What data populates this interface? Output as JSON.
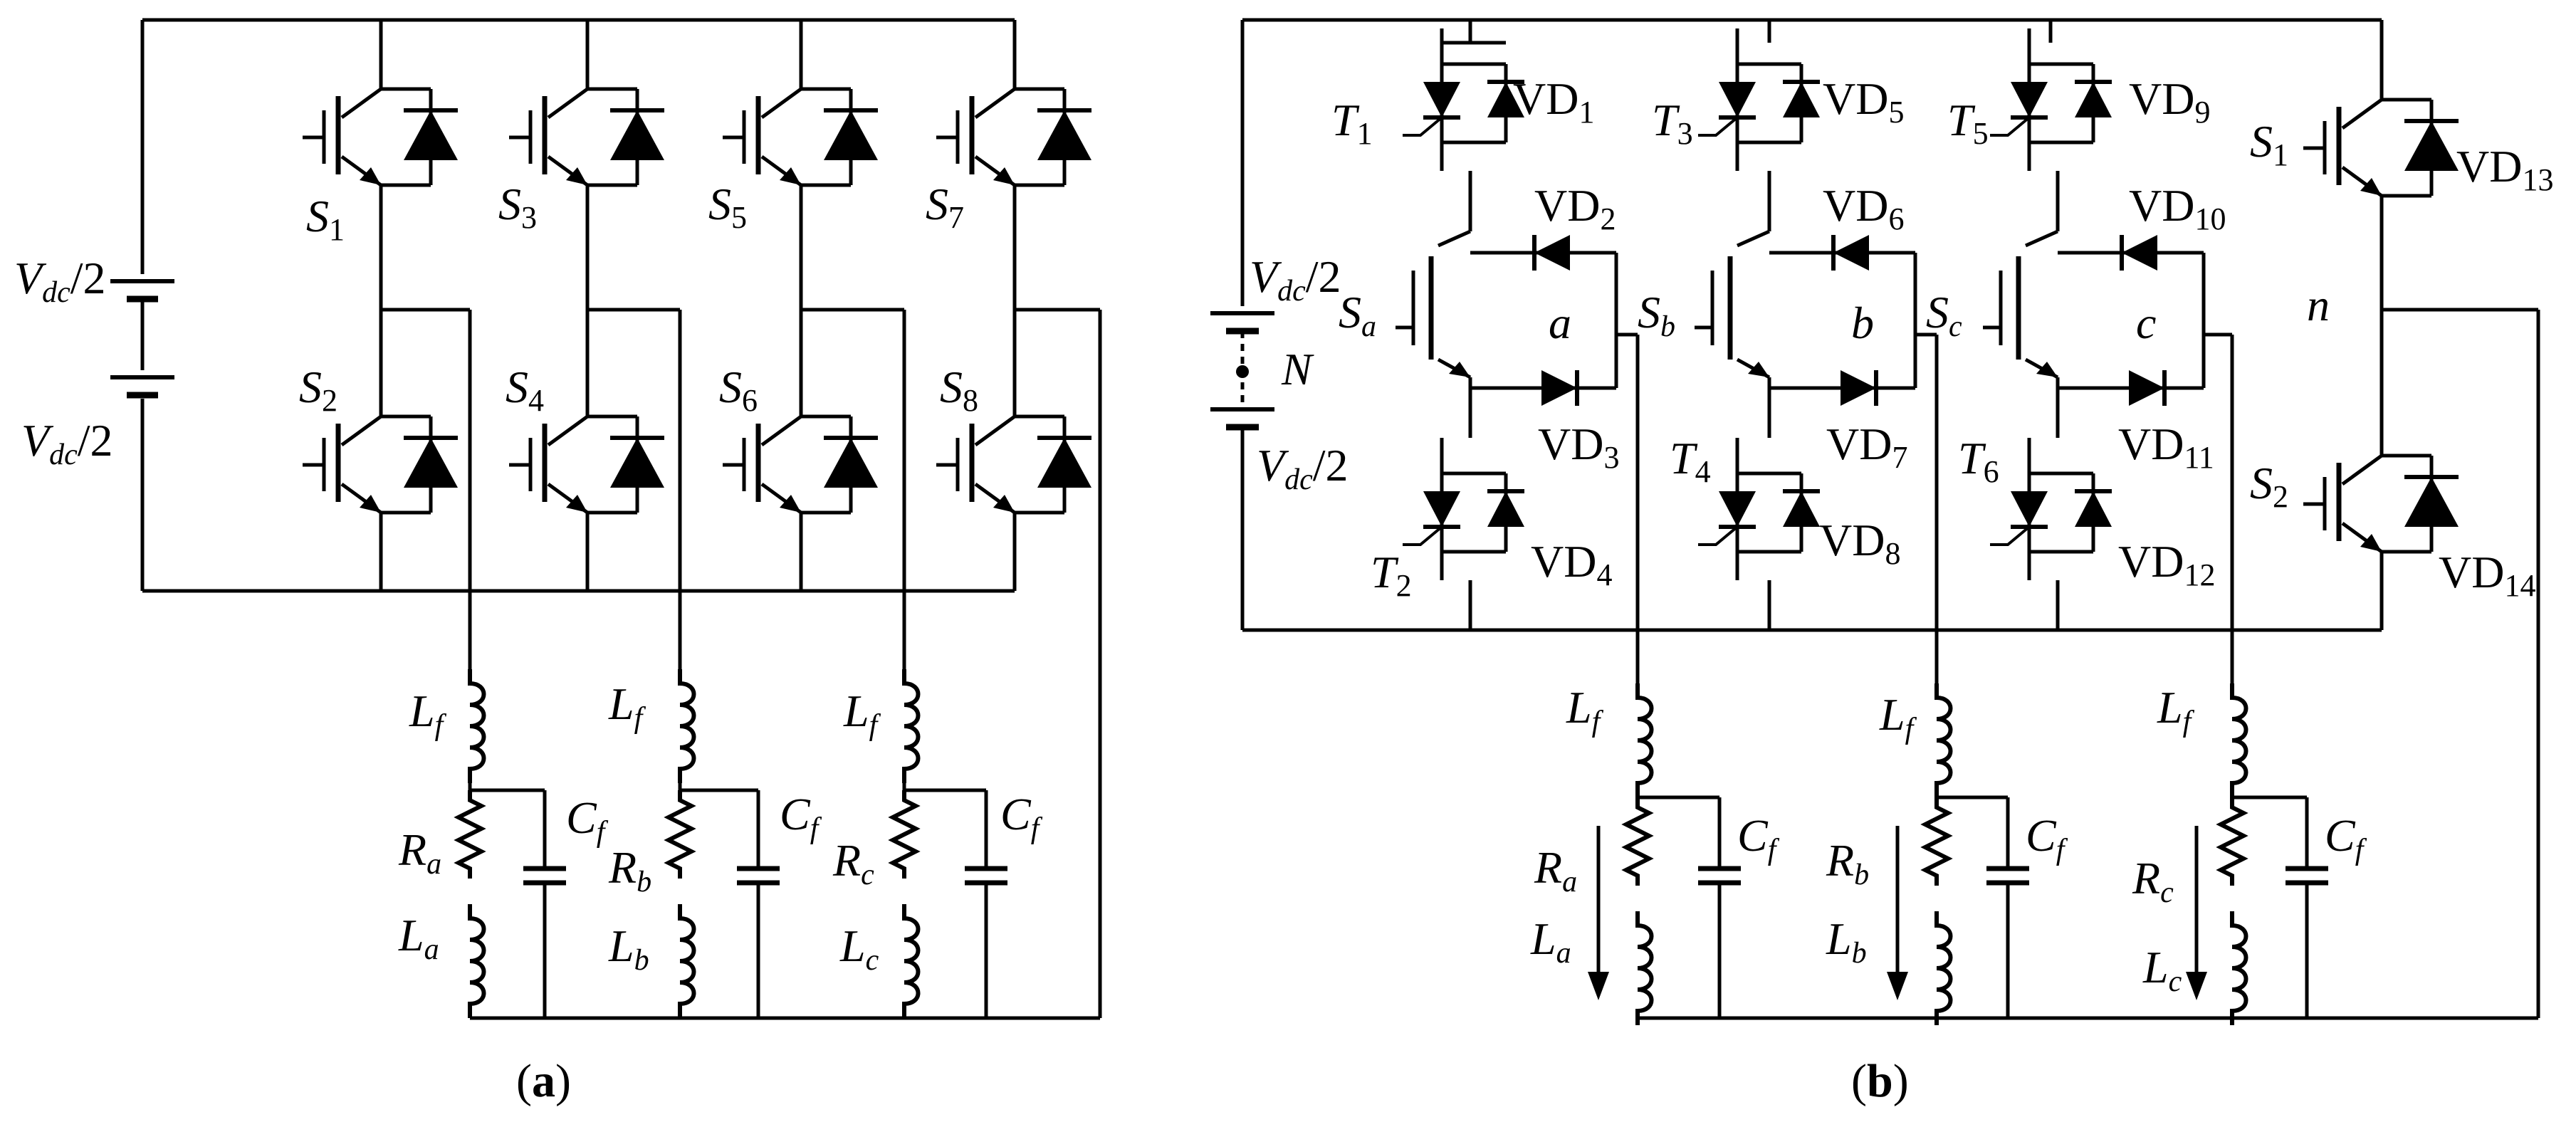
{
  "figure_a": {
    "caption_letter": "a",
    "source_top": "V_dc/2",
    "source_bottom": "V_dc/2",
    "switches": [
      "S1",
      "S2",
      "S3",
      "S4",
      "S5",
      "S6",
      "S7",
      "S8"
    ],
    "filter_inductor": "Lf",
    "filter_capacitor": "Cf",
    "loads": [
      {
        "resistor": "Ra",
        "inductor": "La"
      },
      {
        "resistor": "Rb",
        "inductor": "Lb"
      },
      {
        "resistor": "Rc",
        "inductor": "Lc"
      }
    ]
  },
  "figure_b": {
    "caption_letter": "b",
    "source_top": "V_dc/2",
    "source_bottom": "V_dc/2",
    "neutral_label": "N",
    "neutral_point_label": "n",
    "phase_switches": [
      "Sa",
      "Sb",
      "Sc"
    ],
    "phase_labels": [
      "a",
      "b",
      "c"
    ],
    "thyristors": [
      "T1",
      "T2",
      "T3",
      "T4",
      "T5",
      "T6"
    ],
    "diodes": [
      "VD1",
      "VD2",
      "VD3",
      "VD4",
      "VD5",
      "VD6",
      "VD7",
      "VD8",
      "VD9",
      "VD10",
      "VD11",
      "VD12",
      "VD13",
      "VD14"
    ],
    "fourth_leg_switches": [
      "S1",
      "S2"
    ],
    "filter_inductor": "Lf",
    "filter_capacitor": "Cf",
    "loads": [
      {
        "resistor": "Ra",
        "inductor": "La"
      },
      {
        "resistor": "Rb",
        "inductor": "Lb"
      },
      {
        "resistor": "Rc",
        "inductor": "Lc"
      }
    ]
  }
}
